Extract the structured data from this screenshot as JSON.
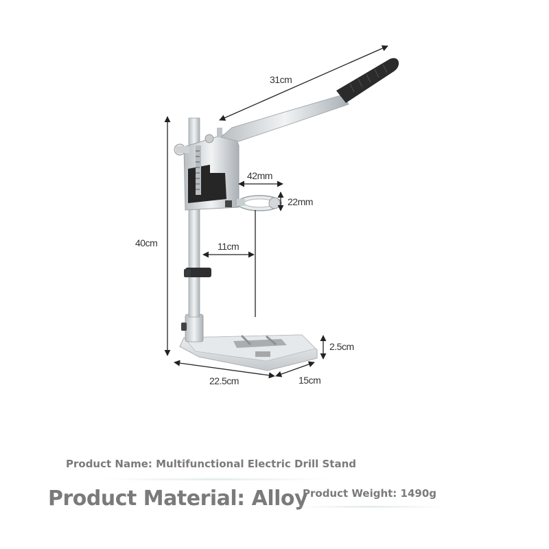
{
  "dimensions": {
    "handle_length": "31cm",
    "height": "40cm",
    "clamp_width": "42mm",
    "clamp_diameter": "22mm",
    "reach": "11cm",
    "base_thickness": "2.5cm",
    "base_length": "22.5cm",
    "base_width": "15cm"
  },
  "captions": {
    "product_name": "Product Name: Multifunctional Electric Drill Stand",
    "product_material": "Product Material: Alloy",
    "product_weight": "Product Weight: 1490g"
  },
  "colors": {
    "text": "#7a7a7a",
    "dimension_line": "#222222",
    "metal": "#d9dde0",
    "grip": "#2b2b2b"
  }
}
